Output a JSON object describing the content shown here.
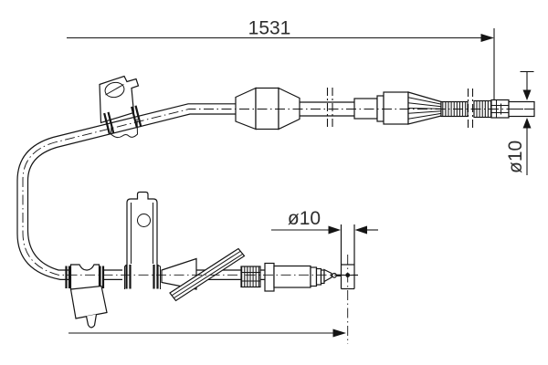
{
  "colors": {
    "background": "#ffffff",
    "line": "#141414",
    "text": "#2e2e2e"
  },
  "dimensions": {
    "overall_length": {
      "label": "1531"
    },
    "cable_end_diameter": {
      "label": "ø10"
    },
    "rod_end_diameter": {
      "label": "ø10"
    }
  }
}
